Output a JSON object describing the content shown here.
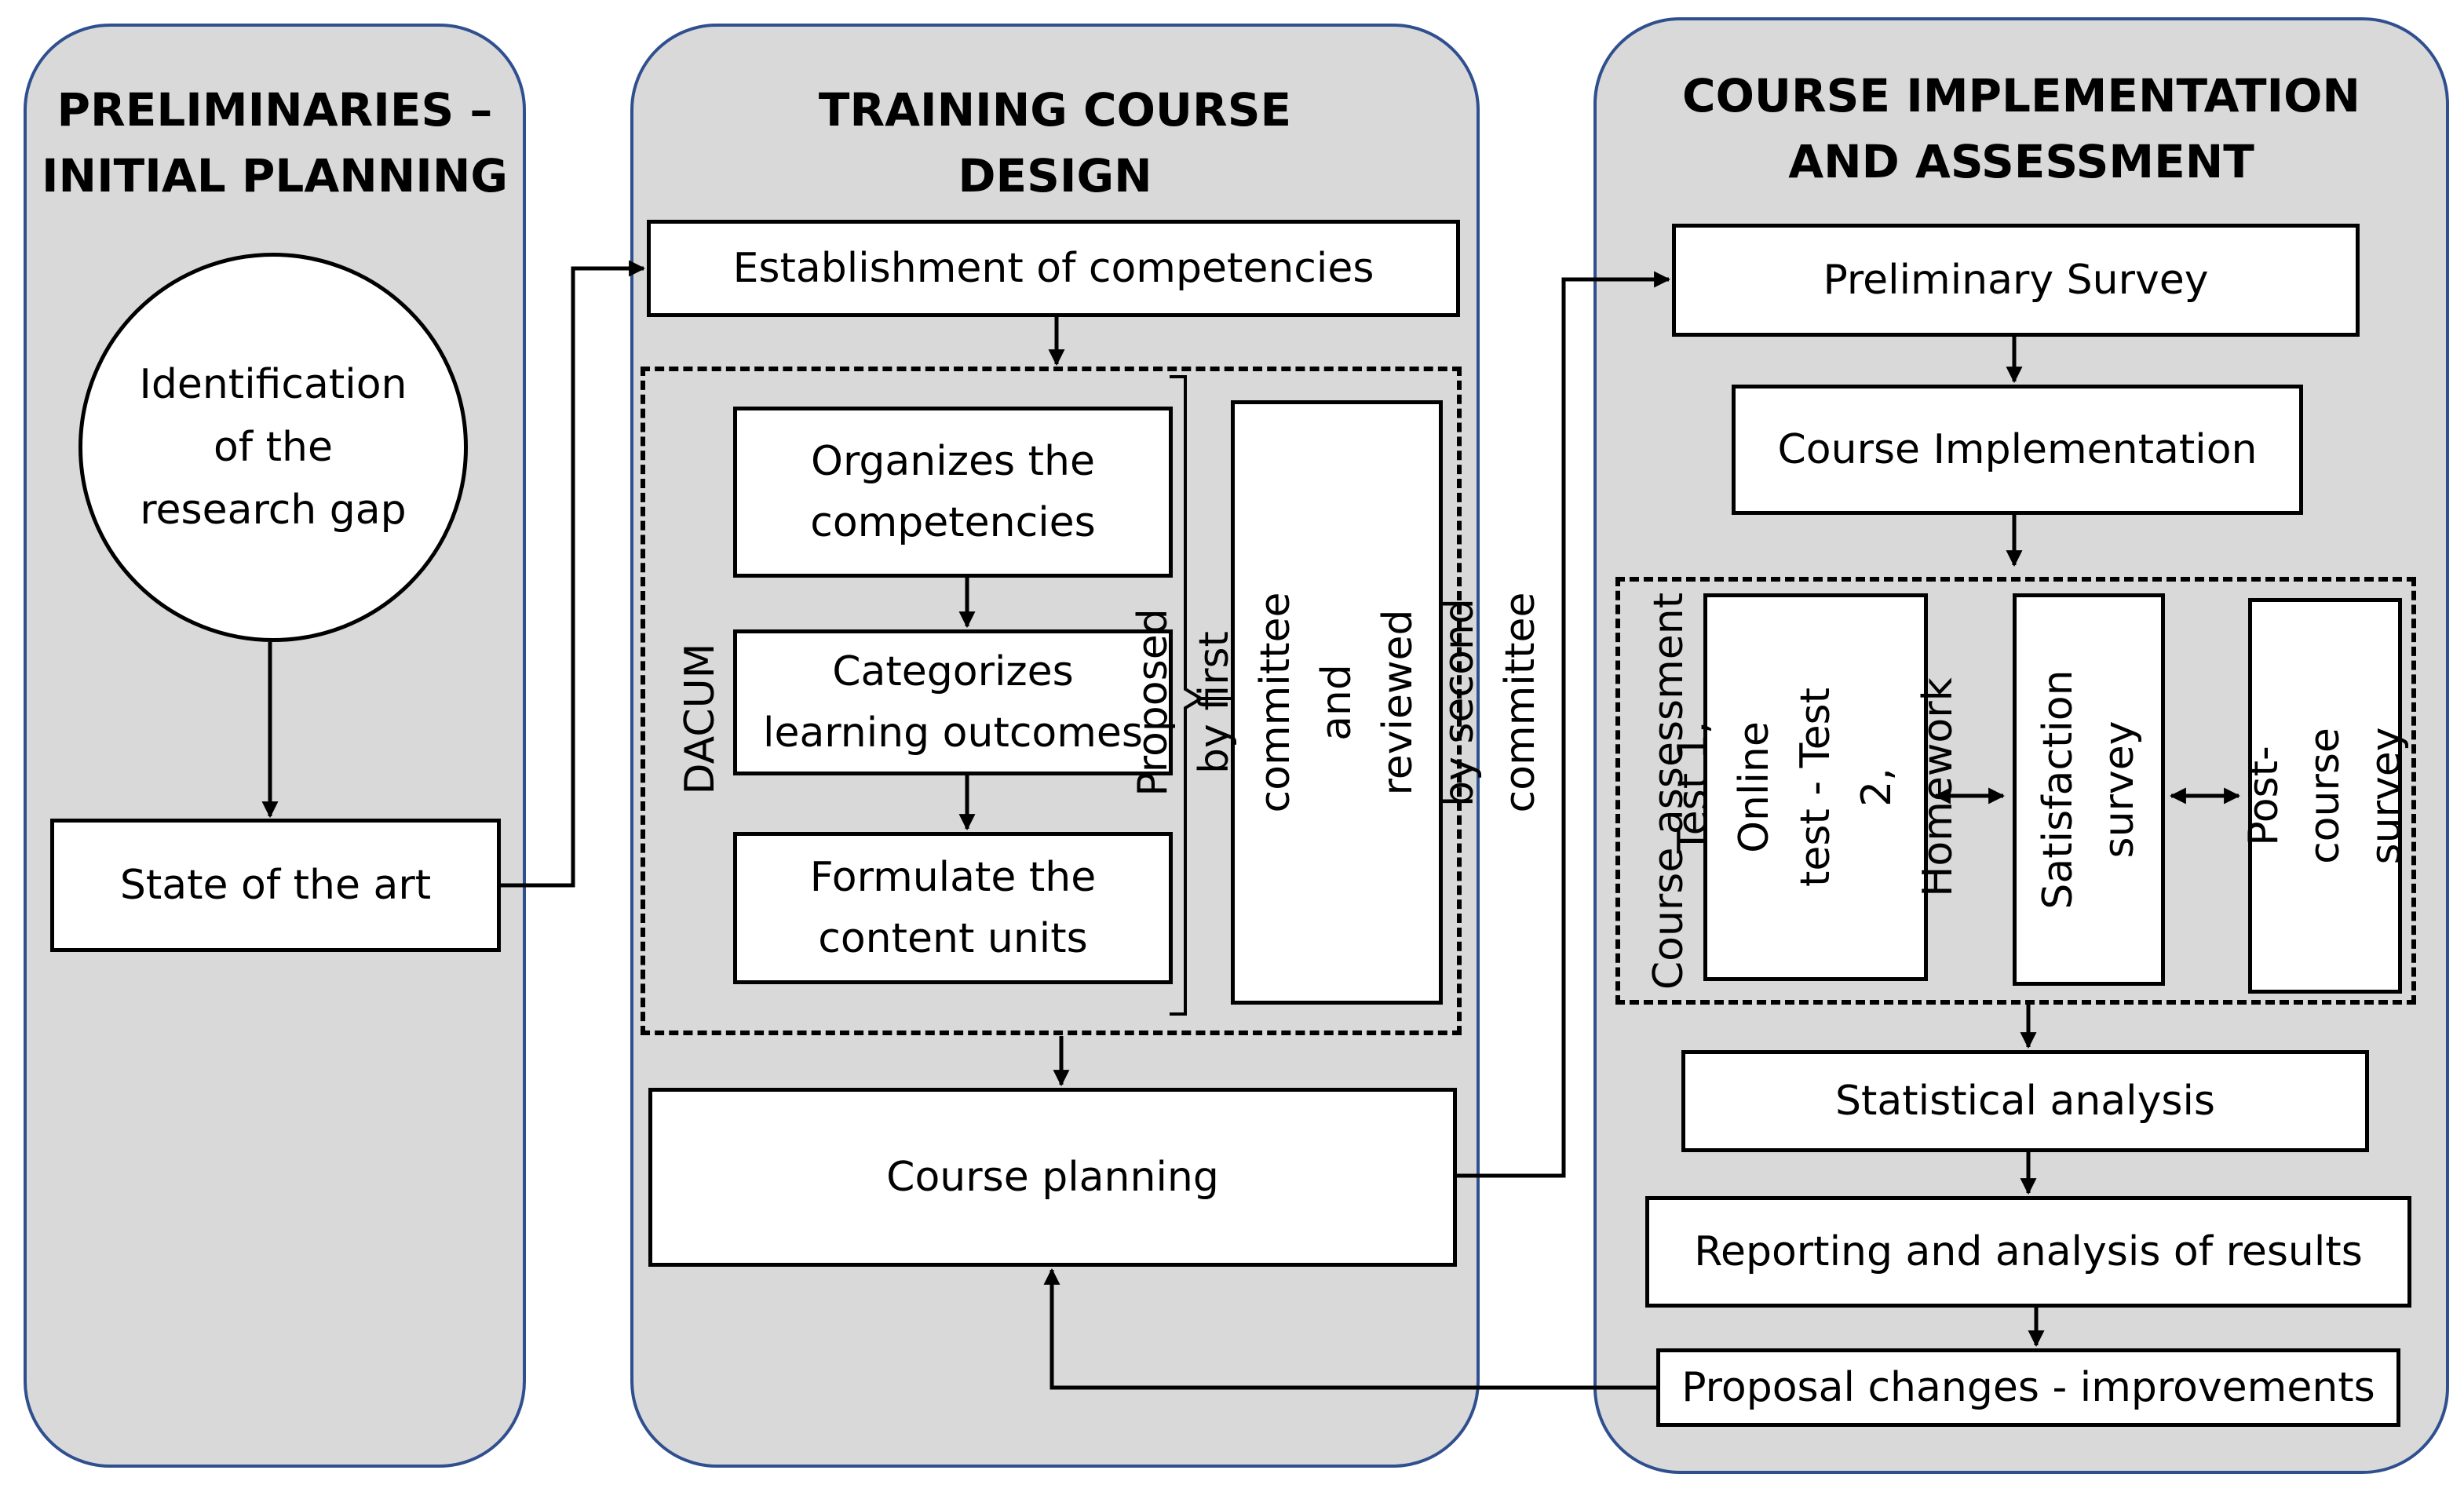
{
  "panels": {
    "preliminaries": {
      "title": "PRELIMINARIES –\nINITIAL PLANNING"
    },
    "design": {
      "title": "TRAINING COURSE\nDESIGN"
    },
    "implementation": {
      "title": "COURSE IMPLEMENTATION\nAND ASSESSMENT"
    }
  },
  "nodes": {
    "research_gap": "Identification\nof the\nresearch gap",
    "state_of_art": "State of the art",
    "establishment": "Establishment of competencies",
    "organizes": "Organizes the\ncompetencies",
    "categorizes": "Categorizes\nlearning outcomes",
    "formulate": "Formulate the\ncontent units",
    "dacum": "DACUM",
    "proposed": "Proposed by first\ncommittee and reviewed\nby second committee",
    "course_planning": "Course planning",
    "preliminary_survey": "Preliminary Survey",
    "course_implementation": "Course Implementation",
    "course_assessment": "Course assessment",
    "tests": "Test 1, Online\ntest - Test 2,\nHomework",
    "satisfaction": "Satisfaction\nsurvey",
    "post_course": "Post-course\nsurvey",
    "statistical": "Statistical analysis",
    "reporting": "Reporting and analysis of results",
    "proposal": "Proposal changes - improvements"
  }
}
